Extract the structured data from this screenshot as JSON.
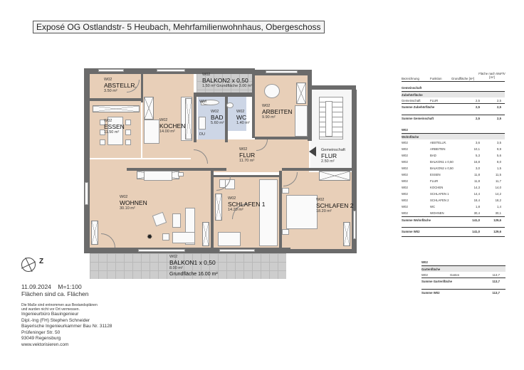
{
  "document": {
    "title": "Exposé OG Ostlandstr- 5 Heubach, Mehrfamilienwohnhaus, Obergeschoss"
  },
  "floorplan": {
    "rooms": [
      {
        "code": "W02",
        "name": "ABSTELLR.",
        "area": "3.50 m²"
      },
      {
        "code": "W02",
        "name": "BALKON2 x 0,50",
        "area": "1.50 m² Grundfläche 3.00 m²"
      },
      {
        "code": "W02",
        "name": "BAD",
        "area": "5.60 m²"
      },
      {
        "code": "W02",
        "name": "WC",
        "area": "1.40 m²"
      },
      {
        "code": "W02",
        "name": "ARBEITEN",
        "area": "9.90 m²"
      },
      {
        "code": "W02",
        "name": "ESSEN",
        "area": "11.50 m²"
      },
      {
        "code": "W02",
        "name": "KOCHEN",
        "area": "14.00 m²"
      },
      {
        "code": "W02",
        "name": "FLUR",
        "area": "11.70 m²"
      },
      {
        "code": "Gemeinschaft",
        "name": "FLUR",
        "area": "2.50 m²"
      },
      {
        "code": "W02",
        "name": "WOHNEN",
        "area": "30.10 m²"
      },
      {
        "code": "W02",
        "name": "SCHLAFEN 1",
        "area": "14.20 m²"
      },
      {
        "code": "W02",
        "name": "SCHLAFEN 2",
        "area": "18.20 m²"
      },
      {
        "code": "W02",
        "name": "BALKON1 x 0,50",
        "area": "8.00 m²",
        "extra": "Grundfläche 16.00 m²"
      }
    ],
    "fixtures": {
      "wm": "WM",
      "du": "DU"
    },
    "compass": {
      "north": "Z"
    }
  },
  "footer": {
    "date_scale": "11.09.2024    M=1:100",
    "note": "Flächen sind ca. Flächen",
    "disclaimer1": "Die Maße sind entnommen aus Bestandsplänen",
    "disclaimer2": "und wurden nicht vor Ort vermessen.",
    "address": [
      "Ingenieurbüro Bauingenieur",
      "Dipl.-Ing (FH) Stephen Schneider",
      "Bayerische Ingenieurkammer Bau Nr. 31128",
      "Prüfeninger Str. 50",
      "93049 Regensburg",
      "www.vektorisieren.com"
    ]
  },
  "area_table": {
    "headers": [
      "Bezeichnung",
      "Funktion",
      "Grundfläche [m²]",
      "Fläche nach WoFlV [m²]"
    ],
    "gemeinschaft": {
      "title": "Gemeinschaft",
      "band": "Zubehörfläche",
      "rows": [
        {
          "bez": "Gemeinschaft",
          "funk": "FLUR",
          "grund": "2,5",
          "wofl": "2,5"
        }
      ],
      "sum_zubehoer": {
        "label": "Summe Zubehörfläche",
        "grund": "2,5",
        "wofl": "2,5"
      },
      "sum": {
        "label": "Summe Gemeinschaft",
        "grund": "2,5",
        "wofl": "2,5"
      }
    },
    "w02": {
      "title": "W02",
      "band": "Wohnfläche",
      "rows": [
        {
          "bez": "W02",
          "funk": "ABSTELLR.",
          "grund": "3,6",
          "wofl": "3,5"
        },
        {
          "bez": "W02",
          "funk": "ARBEITEN",
          "grund": "10,1",
          "wofl": "9,9"
        },
        {
          "bez": "W02",
          "funk": "BAD",
          "grund": "5,3",
          "wofl": "5,6"
        },
        {
          "bez": "W02",
          "funk": "BALKON1 x 0,50",
          "grund": "16,8",
          "wofl": "8,0"
        },
        {
          "bez": "W02",
          "funk": "BALKON2 x 0,50",
          "grund": "3,0",
          "wofl": "1,5"
        },
        {
          "bez": "W02",
          "funk": "ESSEN",
          "grund": "11,8",
          "wofl": "11,5"
        },
        {
          "bez": "W02",
          "funk": "FLUR",
          "grund": "11,8",
          "wofl": "11,7"
        },
        {
          "bez": "W02",
          "funk": "KOCHEN",
          "grund": "14,3",
          "wofl": "14,0"
        },
        {
          "bez": "W02",
          "funk": "SCHLAFEN 1",
          "grund": "14,4",
          "wofl": "14,2"
        },
        {
          "bez": "W02",
          "funk": "SCHLAFEN 2",
          "grund": "18,4",
          "wofl": "18,2"
        },
        {
          "bez": "W02",
          "funk": "WC",
          "grund": "1,8",
          "wofl": "1,4"
        },
        {
          "bez": "W02",
          "funk": "WOHNEN",
          "grund": "30,4",
          "wofl": "30,1"
        }
      ],
      "sum_wohn": {
        "label": "Summe Wohnfläche",
        "grund": "141,0",
        "wofl": "129,6"
      },
      "sum": {
        "label": "Summe W02",
        "grund": "141,0",
        "wofl": "129,6"
      }
    }
  },
  "garden_table": {
    "title": "W02",
    "band": "Gartenfläche",
    "rows": [
      {
        "bez": "W02",
        "funk": "Garten",
        "val": "113,7"
      }
    ],
    "sum_garten": {
      "label": "Summe Gartenfläche",
      "val": "113,7"
    },
    "sum": {
      "label": "Summe W02",
      "val": "113,7"
    }
  }
}
